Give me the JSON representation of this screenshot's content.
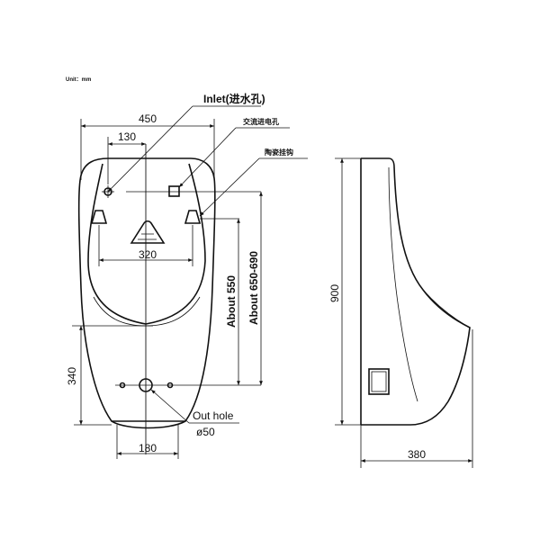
{
  "unit_label": "Unit：mm",
  "front": {
    "width_total": "450",
    "inlet_offset": "130",
    "inner_width": "320",
    "lower_height": "340",
    "bottom_width": "180",
    "about_550": "About 550",
    "about_650_690": "About 650-690"
  },
  "callouts": {
    "inlet": "Inlet(进水孔)",
    "power_hole": "交流进电孔",
    "ceramic_hook": "陶瓷挂钩",
    "out_hole": "Out hole",
    "out_hole_diameter": "ø50"
  },
  "side": {
    "height": "900",
    "depth": "380"
  }
}
